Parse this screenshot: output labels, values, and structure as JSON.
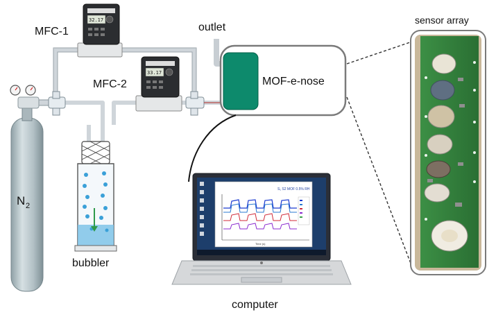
{
  "labels": {
    "mfc1": "MFC-1",
    "mfc2": "MFC-2",
    "outlet": "outlet",
    "enose": "MOF-e-nose",
    "sensor_array": "sensor array",
    "n2_main": "N",
    "n2_sub": "2",
    "bubbler": "bubbler",
    "computer": "computer"
  },
  "mfc_display": {
    "mfc1_reading": "32.17",
    "mfc2_reading": "33.17"
  },
  "laptop_screen": {
    "chart_title": "S₁ S2 MOF 0.5% RH",
    "x_axis": "Time (s)"
  },
  "colors": {
    "enose_module": "#0d8a6c",
    "sensor_board": "#2e7d3a",
    "tube": "#d8dce0",
    "cylinder": "#b6c3c8",
    "water": "#7fc4e8"
  }
}
